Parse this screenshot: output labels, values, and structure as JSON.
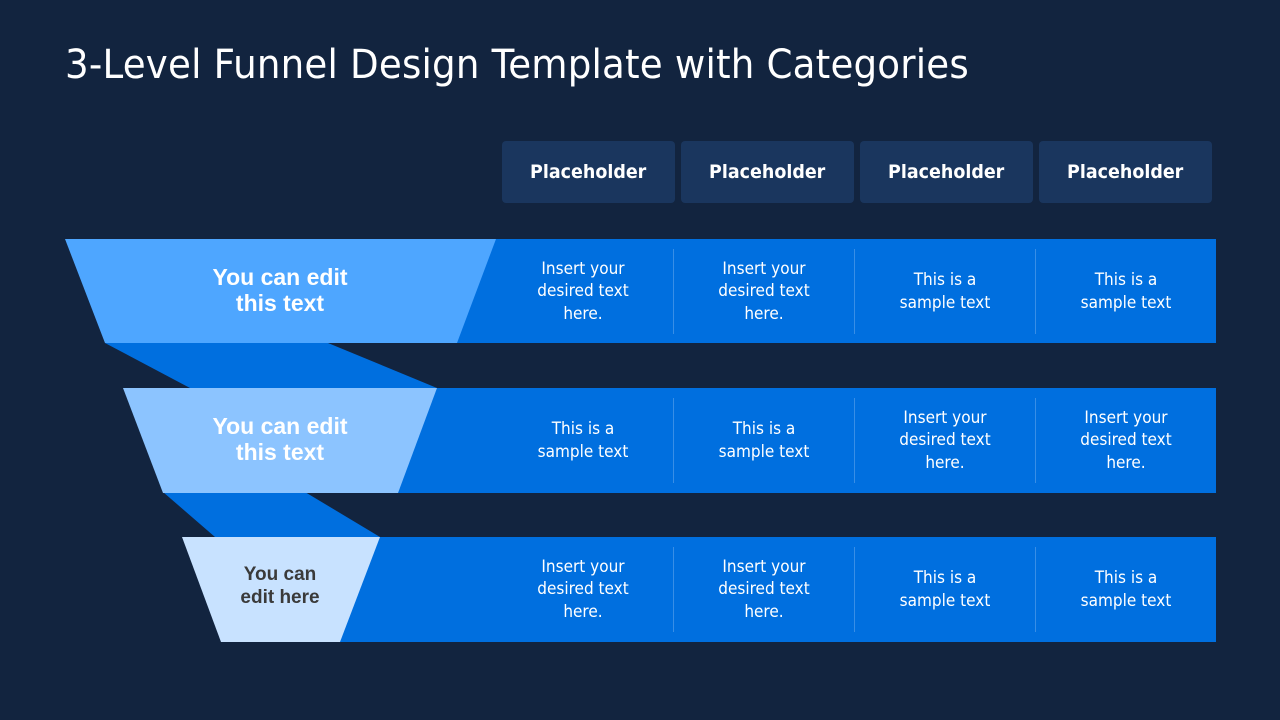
{
  "title": "3-Level Funnel Design Template with Categories",
  "colors": {
    "background": "#12243f",
    "header_cell": "#1a365e",
    "row_band": "#006fdf",
    "level1": "#4ea6ff",
    "level2": "#8cc4ff",
    "level3": "#c8e2ff",
    "connector": "#006fdf"
  },
  "headers": [
    "Placeholder",
    "Placeholder",
    "Placeholder",
    "Placeholder"
  ],
  "levels": [
    {
      "label": "You can edit this text",
      "label_lines": [
        "You can edit",
        "this text"
      ],
      "cells": [
        "Insert your desired text here.",
        "Insert your desired text here.",
        "This is a sample text",
        "This is a sample text"
      ]
    },
    {
      "label": "You can edit this text",
      "label_lines": [
        "You can edit",
        "this text"
      ],
      "cells": [
        "This is a sample text",
        "This is a sample text",
        "Insert your desired text here.",
        "Insert your desired text here."
      ]
    },
    {
      "label": "You can edit here",
      "label_lines": [
        "You can",
        "edit here"
      ],
      "cells": [
        "Insert your desired text here.",
        "Insert your desired text here.",
        "This is a sample text",
        "This is a sample text"
      ]
    }
  ]
}
